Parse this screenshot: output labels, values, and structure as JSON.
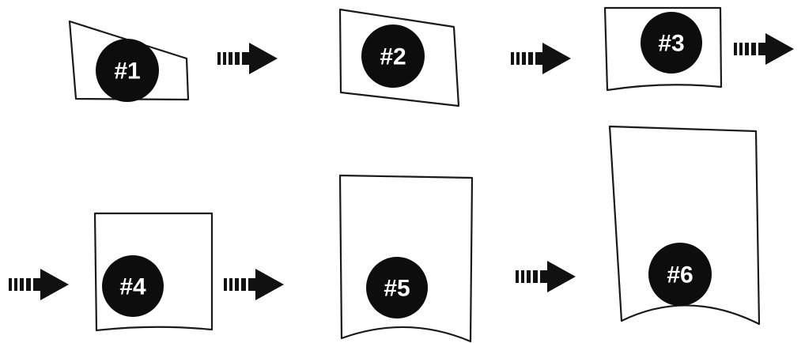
{
  "steps": [
    {
      "id": 1,
      "label": "#1"
    },
    {
      "id": 2,
      "label": "#2"
    },
    {
      "id": 3,
      "label": "#3"
    },
    {
      "id": 4,
      "label": "#4"
    },
    {
      "id": 5,
      "label": "#5"
    },
    {
      "id": 6,
      "label": "#6"
    }
  ],
  "connectors": [
    {
      "from": "#1",
      "to": "#2",
      "icon": "striped-arrow-right-icon"
    },
    {
      "from": "#2",
      "to": "#3",
      "icon": "striped-arrow-right-icon"
    },
    {
      "from": "#3",
      "to": "#4",
      "icon": "striped-arrow-right-icon"
    },
    {
      "from": "#3",
      "to": "#4",
      "icon": "striped-arrow-right-icon"
    },
    {
      "from": "#4",
      "to": "#5",
      "icon": "striped-arrow-right-icon"
    },
    {
      "from": "#5",
      "to": "#6",
      "icon": "striped-arrow-right-icon"
    }
  ],
  "colors": {
    "outline": "#1a1a1a",
    "badge": "#0d0d0d",
    "badge_text": "#ffffff",
    "background": "#ffffff"
  }
}
